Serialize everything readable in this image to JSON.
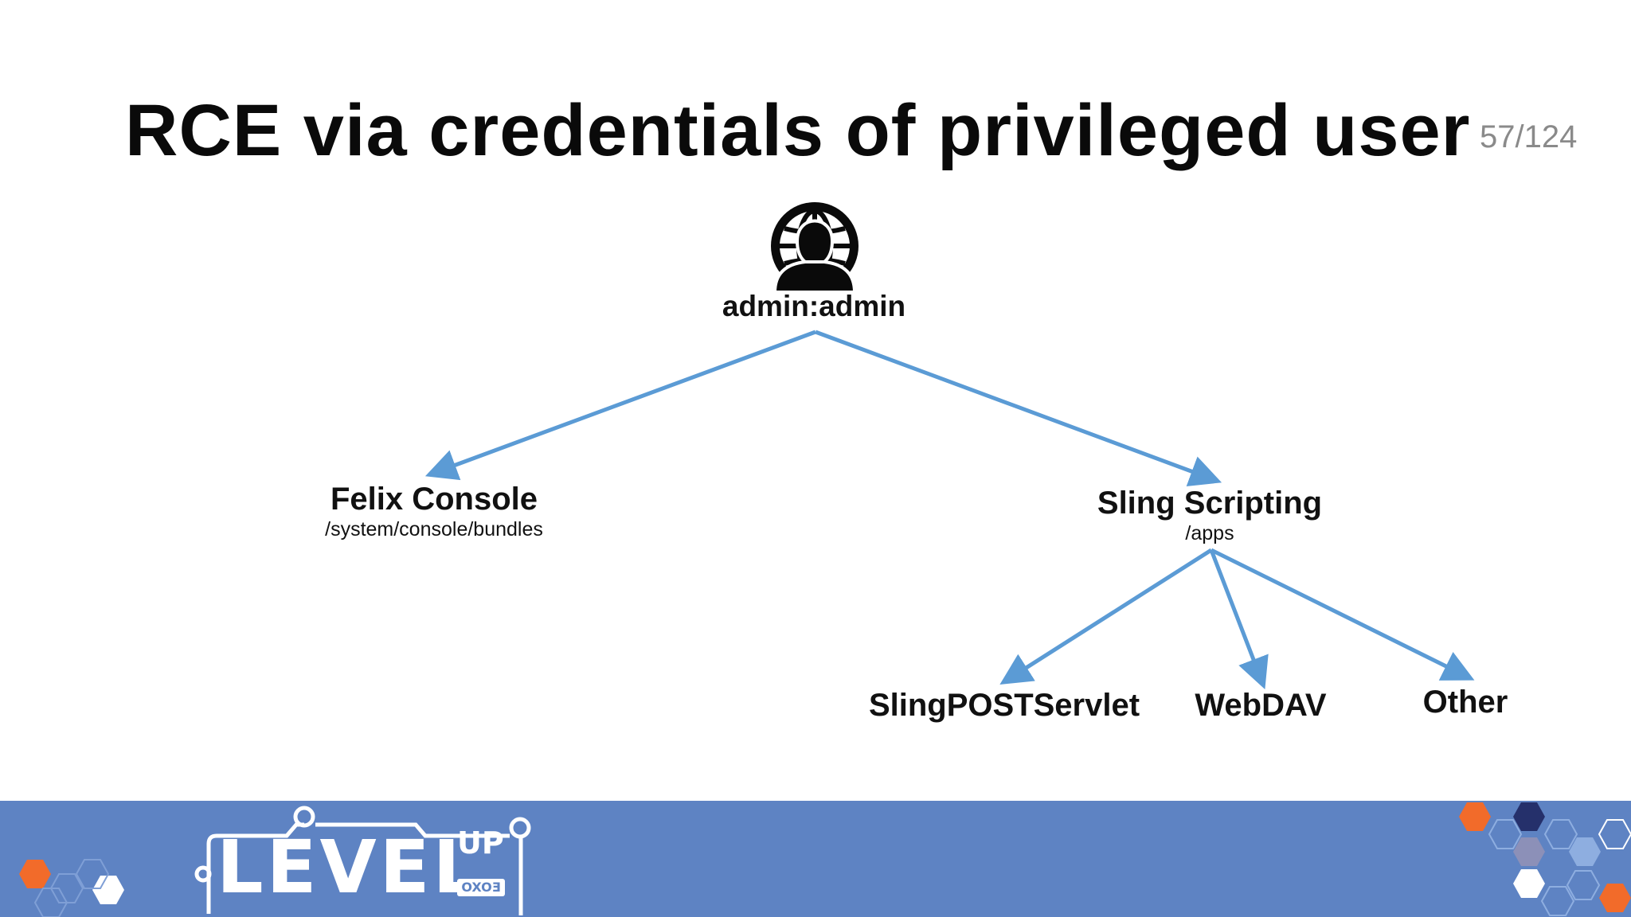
{
  "slide": {
    "title": "RCE via credentials of privileged user",
    "page_number": "57/124"
  },
  "diagram": {
    "root": {
      "label": "admin:admin",
      "icon": "globe-user-icon"
    },
    "nodes": [
      {
        "label": "Felix Console",
        "sub": "/system/console/bundles"
      },
      {
        "label": "Sling Scripting",
        "sub": "/apps"
      },
      {
        "label": "SlingPOSTServlet"
      },
      {
        "label": "WebDAV"
      },
      {
        "label": "Other"
      }
    ],
    "edges": [
      [
        "admin:admin",
        "Felix Console"
      ],
      [
        "admin:admin",
        "Sling Scripting"
      ],
      [
        "Sling Scripting",
        "SlingPOSTServlet"
      ],
      [
        "Sling Scripting",
        "WebDAV"
      ],
      [
        "Sling Scripting",
        "Other"
      ]
    ],
    "arrow_color": "#5b9bd5"
  },
  "footer": {
    "logo_text": "LEVEL",
    "logo_up": "UP",
    "logo_brand": "OXOƎ",
    "colors": {
      "band": "#5e83c3",
      "accent_orange": "#f26b2a",
      "accent_navy": "#25306b"
    }
  }
}
